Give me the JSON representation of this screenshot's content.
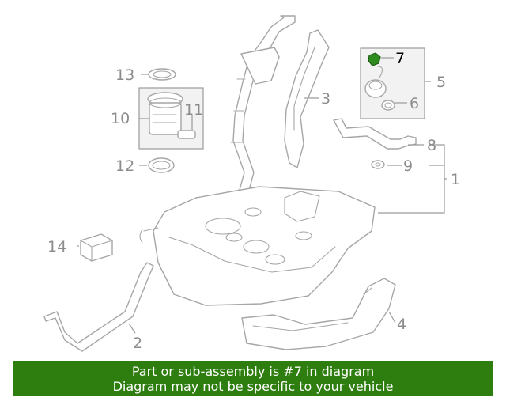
{
  "callouts": {
    "c1": "1",
    "c2": "2",
    "c3": "3",
    "c4": "4",
    "c5": "5",
    "c6": "6",
    "c7": "7",
    "c8": "8",
    "c9": "9",
    "c10": "10",
    "c11": "11",
    "c12": "12",
    "c13": "13",
    "c14": "14"
  },
  "highlighted_part": "7",
  "colors": {
    "banner": "#2e7d0f",
    "highlight": "#2e8b1e",
    "line": "#a6a6a6"
  },
  "banner": {
    "line1": "Part or sub-assembly is #7 in diagram",
    "line2": "Diagram may not be specific to your vehicle"
  }
}
